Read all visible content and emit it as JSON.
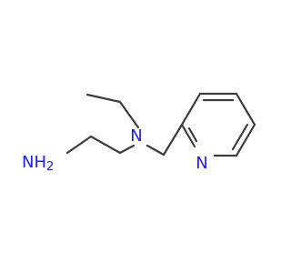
{
  "molecule": {
    "atom_labels": {
      "amine_nh2": "NH2",
      "amine_nh2_base": "NH",
      "amine_nh2_subscript": "2",
      "tertiary_amine_n": "N",
      "pyridine_n": "N"
    },
    "colors": {
      "bond": "#3c3c3c",
      "nitrogen": "#1f1fe0",
      "background": "#ffffff"
    }
  }
}
